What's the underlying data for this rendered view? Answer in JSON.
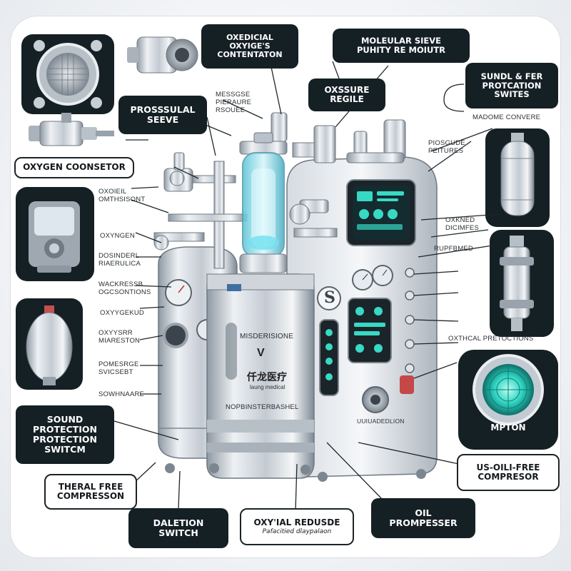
{
  "callouts": {
    "oxygen_concentration": [
      "OXEDICIAL",
      "OXYIGE'S",
      "CONTENTATON"
    ],
    "molecular_sieve": [
      "MOLEULAR SIEVE",
      "PUHITY RE MOIUTR"
    ],
    "sound_fer_protection": [
      "SUNDL & FER",
      "PROTCATION",
      "SWITES"
    ],
    "pressure_regile": [
      "OXSSURE",
      "REGILE"
    ],
    "prossual_seeve": [
      "PROSSSULAL",
      "SEEVE"
    ],
    "oxygen_connector": "OXYGEN COONSETOR",
    "sound_protection_switch": [
      "SOUND",
      "PROTECTION",
      "PROTECTION",
      "SWITCM"
    ],
    "mpton": "MPTON",
    "oil_free_compressor": [
      "US-OILI-FREE",
      "COMPRESOR"
    ],
    "theral_free": [
      "THERAL FREE",
      "COMPRESSON"
    ],
    "daletion_switch": [
      "DALETION",
      "SWITCH"
    ],
    "oxyial_redusde": "OXY'IAL REDUSDE",
    "oxyial_sub": "Pafacitied dlaypalaon",
    "oil_prompesser": [
      "OIL",
      "PROMPESSER"
    ]
  },
  "small_labels": {
    "message_pieraure": [
      "MESSGSE",
      "PIERAURE",
      "RSOUEE"
    ],
    "madome_convere": "MADOME CONVERE",
    "piosgude_peitures": [
      "PIOSGUDE",
      "PEITURES"
    ],
    "oxoieil_omthsisont": [
      "OXOIEIL",
      "OMTHSISONT"
    ],
    "oxkned_dicimfes": [
      "OXKNED",
      "DICIMFES"
    ],
    "oxyngen": "OXYNGEN",
    "rupfbmed": "RUPFBMED",
    "dosinderl": [
      "DOSINDERL",
      "RIAERULICA"
    ],
    "wackressb": [
      "WACKRESSB",
      "OGCSONTIONS"
    ],
    "oxyygekud": "OXYYGEKUD",
    "oxyysrr": [
      "OXYYSRR",
      "MIARESTON"
    ],
    "oxthcal_pretoctions": "OXTHCAL PRETOCTIONS",
    "pomesrge": [
      "POMESRGE",
      "SVICSEBT"
    ],
    "sowhnaare": "SOWHNAARE",
    "uuladeton": "UUIUADEDLION"
  },
  "device_text": {
    "cylinder_line1": "MISDERISIONE",
    "cylinder_logo": "V",
    "cylinder_cjk": "仟龙医疗",
    "cylinder_brand": "laung medical",
    "cylinder_bottom": "NOPBINSTERBASHEL",
    "s_badge": "S"
  },
  "colors": {
    "dark_box": "#152024",
    "accent_teal": "#2fd2c0",
    "steel": "#c9cfd6"
  }
}
